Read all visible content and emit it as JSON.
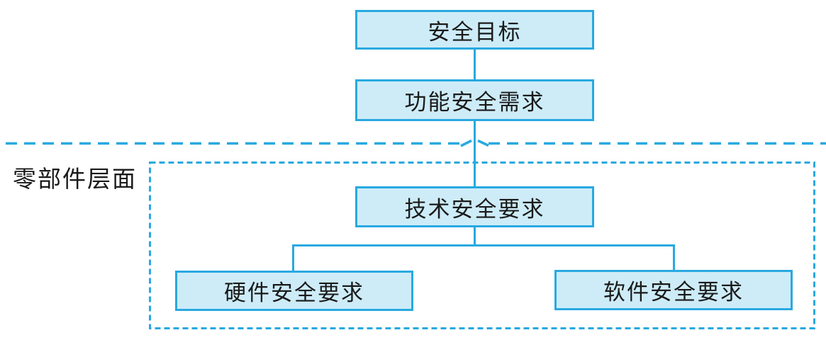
{
  "diagram": {
    "type": "flowchart",
    "language": "zh-CN",
    "section_label": "零部件层面",
    "nodes": [
      {
        "id": "safety-goal",
        "label": "安全目标"
      },
      {
        "id": "functional-safety-requirements",
        "label": "功能安全需求"
      },
      {
        "id": "technical-safety-requirements",
        "label": "技术安全要求"
      },
      {
        "id": "hardware-safety-requirements",
        "label": "硬件安全要求"
      },
      {
        "id": "software-safety-requirements",
        "label": "软件安全要求"
      }
    ],
    "edges": [
      {
        "from": "safety-goal",
        "to": "functional-safety-requirements"
      },
      {
        "from": "functional-safety-requirements",
        "to": "technical-safety-requirements"
      },
      {
        "from": "technical-safety-requirements",
        "to": "hardware-safety-requirements"
      },
      {
        "from": "technical-safety-requirements",
        "to": "software-safety-requirements"
      }
    ],
    "boundaries": [
      {
        "id": "level-divider",
        "style": "long-dashed-line",
        "note": "horizontal dashed line with hop over connector"
      },
      {
        "id": "component-level-area",
        "style": "dashed-rectangle"
      }
    ],
    "colors": {
      "box_fill": "#cdecf8",
      "box_border": "#29a9e0",
      "connector": "#29a9e0",
      "dashed": "#29a9e0",
      "text": "#1a1a1a",
      "background": "#ffffff"
    }
  }
}
